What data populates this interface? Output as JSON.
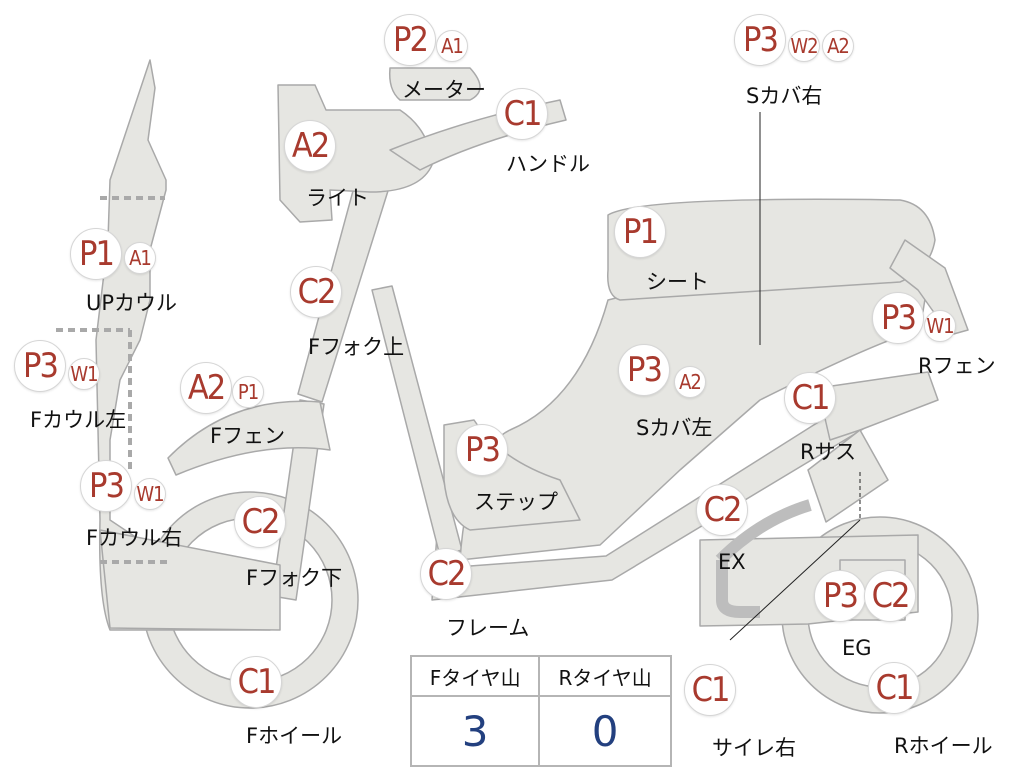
{
  "parts": [
    {
      "id": "uppercowl",
      "label": "UPカウル",
      "badges": [
        "P1",
        "A1"
      ]
    },
    {
      "id": "fcowl_left",
      "label": "Fカウル左",
      "badges": [
        "P3",
        "W1"
      ]
    },
    {
      "id": "fcowl_right",
      "label": "Fカウル右",
      "badges": [
        "P3",
        "W1"
      ]
    },
    {
      "id": "light",
      "label": "ライト",
      "badges": [
        "A2"
      ]
    },
    {
      "id": "meter",
      "label": "メーター",
      "badges": [
        "P2",
        "A1"
      ]
    },
    {
      "id": "handle",
      "label": "ハンドル",
      "badges": [
        "C1"
      ]
    },
    {
      "id": "ffork_upper",
      "label": "Fフォク上",
      "badges": [
        "C2"
      ]
    },
    {
      "id": "ffender",
      "label": "Fフェン",
      "badges": [
        "A2",
        "P1"
      ]
    },
    {
      "id": "ffork_lower",
      "label": "Fフォク下",
      "badges": [
        "C2"
      ]
    },
    {
      "id": "fwheel",
      "label": "Fホイール",
      "badges": [
        "C1"
      ]
    },
    {
      "id": "step",
      "label": "ステップ",
      "badges": [
        "P3"
      ]
    },
    {
      "id": "frame",
      "label": "フレーム",
      "badges": [
        "C2"
      ]
    },
    {
      "id": "seat",
      "label": "シート",
      "badges": [
        "P1"
      ]
    },
    {
      "id": "scover_right",
      "label": "Sカバ右",
      "badges": [
        "P3",
        "W2",
        "A2"
      ]
    },
    {
      "id": "scover_left",
      "label": "Sカバ左",
      "badges": [
        "P3",
        "A2"
      ]
    },
    {
      "id": "rfender",
      "label": "Rフェン",
      "badges": [
        "P3",
        "W1"
      ]
    },
    {
      "id": "rsus",
      "label": "Rサス",
      "badges": [
        "C1"
      ]
    },
    {
      "id": "exhaust",
      "label": "EX",
      "badges": [
        "C2"
      ]
    },
    {
      "id": "engine",
      "label": "EG",
      "badges": [
        "P3",
        "C2"
      ]
    },
    {
      "id": "muffler_right",
      "label": "サイレ右",
      "badges": [
        "C1"
      ]
    },
    {
      "id": "rwheel",
      "label": "Rホイール",
      "badges": [
        "C1"
      ]
    }
  ],
  "tire_table": {
    "headers": [
      "Fタイヤ山",
      "Rタイヤ山"
    ],
    "values": [
      "3",
      "0"
    ]
  },
  "colors": {
    "badge_text": "#a83a2e",
    "part_fill": "#e6e6e2",
    "part_outline": "#a9a9a9",
    "table_value": "#23407f"
  }
}
